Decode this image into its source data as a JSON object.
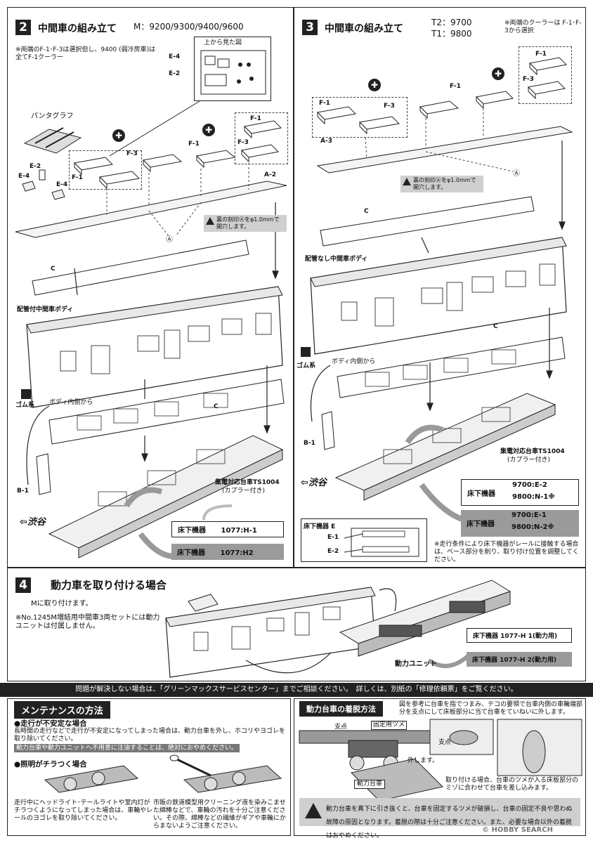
{
  "step2": {
    "num": "2",
    "title": "中間車の組み立て",
    "models": "M：9200/9300/9400/9600",
    "note": "※両端のF-1･F-3は選択但し、9400 (弱冷房車)は全てF-1クーラー",
    "topview_title": "上から見た図",
    "labels": {
      "e4": "E-4",
      "e2": "E-2",
      "f1": "F-1",
      "f3": "F-3",
      "a2": "A-2",
      "c": "C",
      "b1": "B-1",
      "circle_a": "Ⓐ"
    },
    "pantograph": "パンタグラフ",
    "warn": "裏の刻印Ⓐをφ1.0mmで開穴します。",
    "body": "配管付中間車ボディ",
    "rubber": "ゴム系",
    "inside": "ボディ内側から",
    "bogie": "集電対応台車TS1004",
    "coupler": "(カプラー付き)",
    "dir": "渋谷",
    "floor1_label": "床下機器",
    "floor1_value": "1077:H-1",
    "floor2_label": "床下機器",
    "floor2_value": "1077:H2"
  },
  "step3": {
    "num": "3",
    "title": "中間車の組み立て",
    "models_t2": "T2：9700",
    "models_t1": "T1：9800",
    "note": "※両端のクーラーは F-1･F-3から選択",
    "labels": {
      "f1": "F-1",
      "f3": "F-3",
      "a3": "A-3",
      "c": "C",
      "b1": "B-1",
      "circle_a": "Ⓐ"
    },
    "warn": "裏の刻印Ⓐをφ1.0mmで開穴します。",
    "body": "配管なし中間車ボディ",
    "rubber": "ゴム系",
    "inside": "ボディ内側から",
    "bogie": "集電対応台車TS1004",
    "coupler": "(カプラー付き)",
    "dir": "渋谷",
    "floor_a_label": "床下機器",
    "floor_a_v1": "9700:E-2",
    "floor_a_v2": "9800:N-1※",
    "floor_b_label": "床下機器",
    "floor_b_v1": "9700:E-1",
    "floor_b_v2": "9800:N-2※",
    "floor_e_title": "床下機器 E",
    "floor_e_1": "E-1",
    "floor_e_2": "E-2",
    "footnote": "※走行条件により床下機器がレールに接触する場合は、ベース部分を削り、取り付け位置を調整してください。"
  },
  "step4": {
    "num": "4",
    "title": "動力車を取り付ける場合",
    "line1": "Mに取り付けます。",
    "line2": "※No.1245M増結用中間車3両セットには動力ユニットは付属しません。",
    "floor1": "床下機器  1077-H 1(動力用)",
    "floor2": "床下機器  1077-H 2(動力用)",
    "unit": "動力ユニット"
  },
  "service_bar": "問題が解決しない場合は、「グリーンマックスサービスセンター」までご相談ください。　詳しくは、別紙の「修理依頼票」をご覧ください。",
  "maint": {
    "title": "メンテナンスの方法",
    "sub1": "●走行が不安定な場合",
    "text1": "長時間の走行などで走行が不安定になってしまった場合は、動力台車を外し、ホコリやヨゴレを取り除いてください。",
    "warn1": "動力台車や動力ユニットへ不用意に注油することは、絶対におやめください。",
    "sub2": "●照明がチラつく場合",
    "text2a": "走行中にヘッドライト･テールライトや室内灯がチラつくようになってしまった場合は、車輪やレールのヨゴレを取り除いてください。",
    "text2b": "市販の鉄道模型用クリーニング液を染みこませた綿棒などで、車輪の汚れを十分ご注意ください。その際、綿棒などの繊維がギアや車輪にからまないようご注意ください。"
  },
  "dadai": {
    "title": "動力台車の着脱方法",
    "text": "図を参考に台車を指でつまみ、テコの要領で台車内側の車輪端部分を支点にして床板部分に当て台車をていねいに外します。",
    "fulcrum": "支点",
    "claw": "固定用ツメ",
    "remove": "外します。",
    "bogie": "動力台車",
    "fulcrum2": "支点",
    "attach": "取り付ける場合、台車のツメが入る床板部分のミゾに合わせて台車を差し込みます。",
    "warn": "動力台車を真下に引き抜くと、台車を固定するツメが破損し、台車の固定不良や思わぬ故障の原因となります。着脱の際は十分ご注意ください。また、必要な場合以外の着脱はおやめください。",
    "watermark": "© HOBBY SEARCH"
  }
}
